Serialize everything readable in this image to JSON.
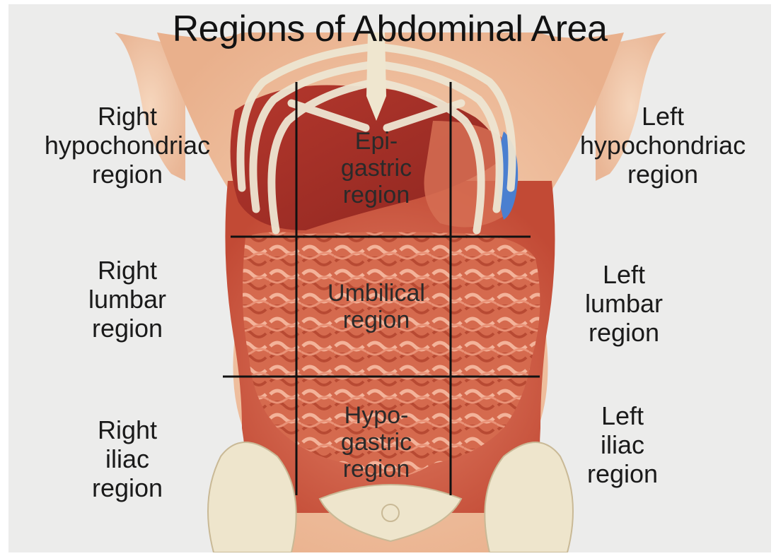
{
  "title": "Regions of Abdominal Area",
  "regions": {
    "right_hypochondriac": [
      "Right",
      "hypochondriac",
      "region"
    ],
    "epigastric": [
      "Epi-",
      "gastric",
      "region"
    ],
    "left_hypochondriac": [
      "Left",
      "hypochondriac",
      "region"
    ],
    "right_lumbar": [
      "Right",
      "lumbar",
      "region"
    ],
    "umbilical": [
      "Umbilical",
      "region"
    ],
    "left_lumbar": [
      "Left",
      "lumbar",
      "region"
    ],
    "right_iliac": [
      "Right",
      "iliac",
      "region"
    ],
    "hypogastric": [
      "Hypo-",
      "gastric",
      "region"
    ],
    "left_iliac": [
      "Left",
      "iliac",
      "region"
    ]
  },
  "colors": {
    "background": "#ececeb",
    "skin": "#f2c3a2",
    "muscle": "#cf5a44",
    "liver": "#a8322a",
    "intestine": "#d86a4f",
    "bone": "#efe6cf",
    "spleen": "#4a7fd0",
    "grid_lines": "#111111"
  }
}
